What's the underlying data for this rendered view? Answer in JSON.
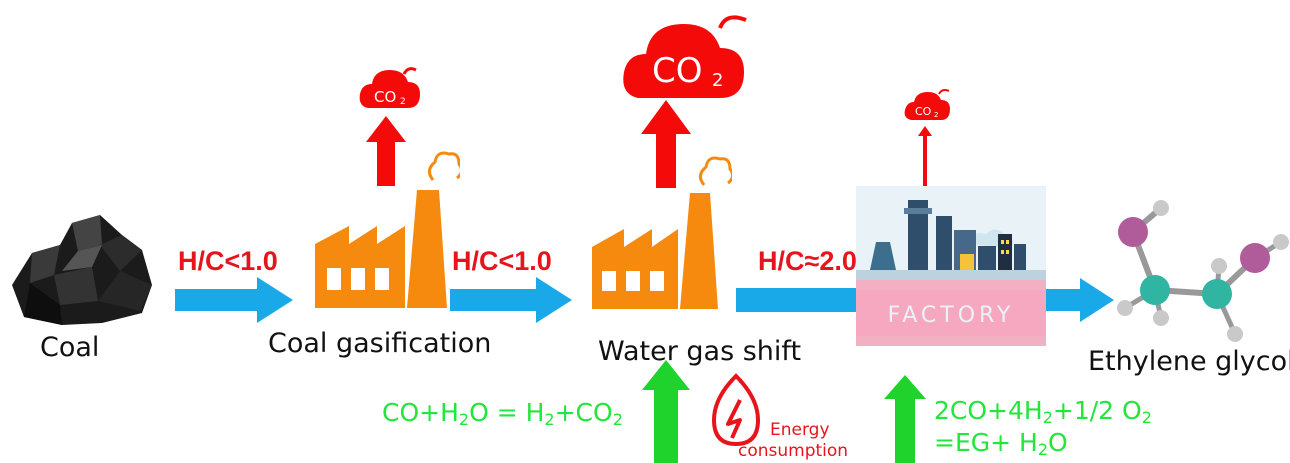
{
  "stages": {
    "coal": "Coal",
    "gasification": "Coal gasification",
    "shift": "Water gas shift",
    "product": "Ethylene glycol"
  },
  "ratios": {
    "r1": "H/C<1.0",
    "r2": "H/C<1.0",
    "r3": "H/C≈2.0"
  },
  "co2": {
    "symbol": "CO",
    "subscript": "2"
  },
  "factory_sign": "FACTORY",
  "reactions": {
    "shift": {
      "lhs": "CO+H",
      "lhs_sub": "2",
      "lhs_tail": "O = H",
      "rhs_sub1": "2",
      "rhs_tail": "+CO",
      "rhs_sub2": "2"
    },
    "synthesis": {
      "line1_a": "2CO+4H",
      "line1_sub1": "2",
      "line1_b": "+1/2 O",
      "line1_sub2": "2",
      "line2_a": "=EG+ H",
      "line2_sub": "2",
      "line2_b": "O"
    }
  },
  "energy": {
    "line1": "Energy",
    "line2": "consumption"
  },
  "colors": {
    "flow_arrow": "#1aa9e8",
    "emission": "#f50a0a",
    "plant": "#f58a0f",
    "input_arrow": "#1fd32c",
    "equation": "#22e63a"
  }
}
